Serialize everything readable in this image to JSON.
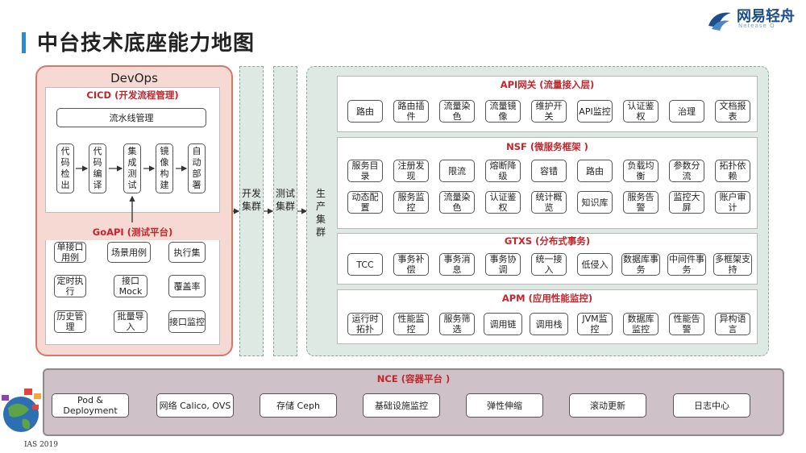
{
  "title": "中台技术底座能力地图",
  "logo": {
    "name": "网易轻舟",
    "sub": "Netease Q"
  },
  "conference": "IAS 2019",
  "devops": {
    "title": "DevOps",
    "cicd": {
      "title": "CICD (开发流程管理)",
      "pipeline": "流水线管理",
      "steps": [
        "代码检出",
        "代码编译",
        "集成测试",
        "镜像构建",
        "自动部署"
      ]
    },
    "goapi": {
      "title": "GoAPI (测试平台)",
      "items": [
        "单接口用例",
        "场景用例",
        "执行集",
        "定时执行",
        "接口Mock",
        "覆盖率",
        "历史管理",
        "批量导入",
        "接口监控"
      ]
    }
  },
  "clusters": {
    "dev": "开发集群",
    "test": "测试集群",
    "prod": "生产集群"
  },
  "api_gateway": {
    "title": "API网关 (流量接入层)",
    "items": [
      "路由",
      "路由插件",
      "流量染色",
      "流量镜像",
      "维护开关",
      "API监控",
      "认证鉴权",
      "治理",
      "文档报表"
    ]
  },
  "nsf": {
    "title": "NSF (微服务框架 )",
    "row1": [
      "服务目录",
      "注册发现",
      "限流",
      "熔断降级",
      "容错",
      "路由",
      "负载均衡",
      "参数分流",
      "拓扑依赖"
    ],
    "row2": [
      "动态配置",
      "服务监控",
      "流量染色",
      "认证鉴权",
      "统计概览",
      "知识库",
      "服务告警",
      "监控大屏",
      "账户审计"
    ]
  },
  "gtxs": {
    "title": "GTXS (分布式事务)",
    "items": [
      "TCC",
      "事务补偿",
      "事务消息",
      "事务协调",
      "统一接入",
      "低侵入",
      "数据库事务",
      "中间件事务",
      "多框架支持"
    ]
  },
  "apm": {
    "title": "APM (应用性能监控)",
    "items": [
      "运行时拓扑",
      "性能监控",
      "服务筛选",
      "调用链",
      "调用栈",
      "JVM监控",
      "数据库监控",
      "性能告警",
      "异构语言"
    ]
  },
  "nce": {
    "title": "NCE (容器平台 )",
    "items": [
      "Pod & Deployment",
      "网络 Calico, OVS",
      "存储 Ceph",
      "基础设施监控",
      "弹性伸缩",
      "滚动更新",
      "日志中心"
    ]
  },
  "colors": {
    "accent_red": "#c0272d",
    "devops_bg": "#f6d9d2",
    "cluster_bg": "#dfe9e4",
    "nce_bg": "#cfc1c8",
    "title_bar": "#2a8bd0"
  }
}
